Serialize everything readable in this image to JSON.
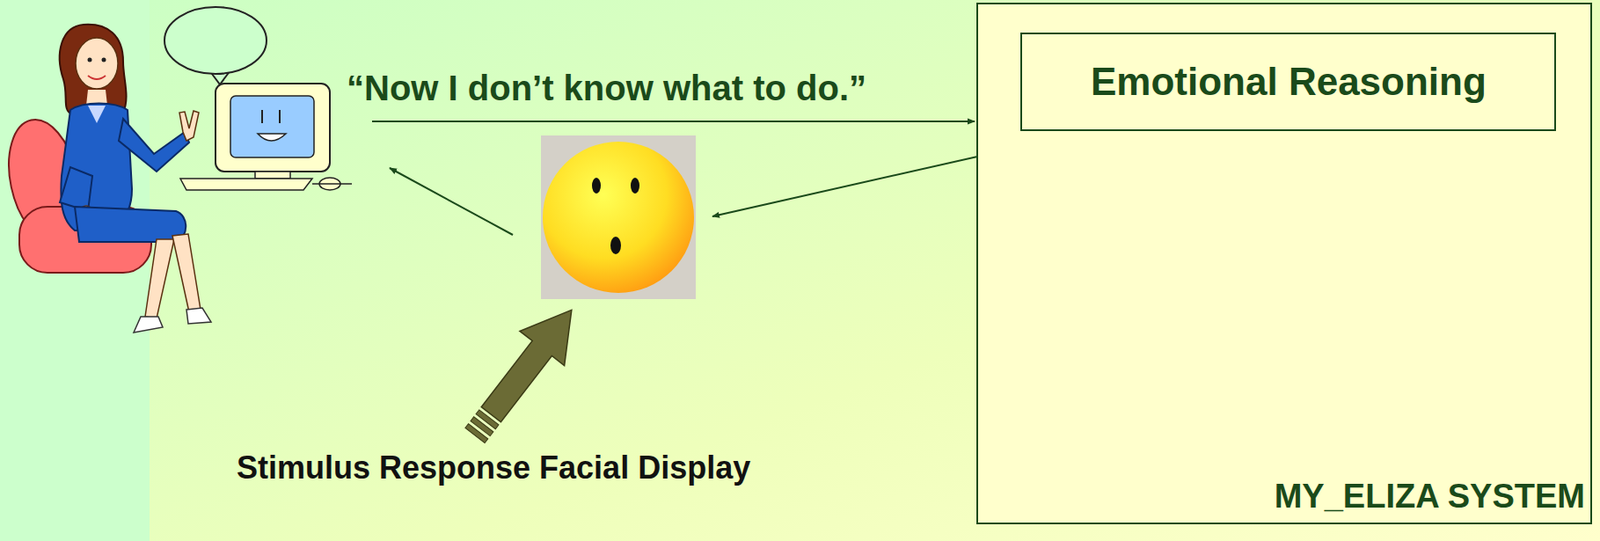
{
  "diagram": {
    "nodes": [
      {
        "text": [
          "MY_ELIZA SYSTEM"
        ]
      },
      {
        "text": [
          "Emotional Reasoning"
        ],
        "in": 0
      }
    ],
    "labels": [
      "“Now I don’t know what to do.”",
      "Stimulus Response Facial Display"
    ]
  }
}
